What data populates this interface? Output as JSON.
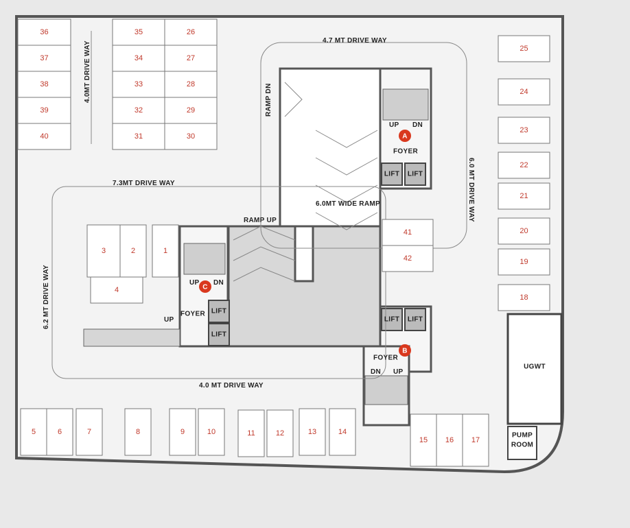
{
  "parking_slots": [
    {
      "id": "36"
    },
    {
      "id": "37"
    },
    {
      "id": "38"
    },
    {
      "id": "39"
    },
    {
      "id": "40"
    },
    {
      "id": "35"
    },
    {
      "id": "34"
    },
    {
      "id": "33"
    },
    {
      "id": "32"
    },
    {
      "id": "31"
    },
    {
      "id": "26"
    },
    {
      "id": "27"
    },
    {
      "id": "28"
    },
    {
      "id": "29"
    },
    {
      "id": "30"
    },
    {
      "id": "25"
    },
    {
      "id": "24"
    },
    {
      "id": "23"
    },
    {
      "id": "22"
    },
    {
      "id": "21"
    },
    {
      "id": "20"
    },
    {
      "id": "19"
    },
    {
      "id": "18"
    },
    {
      "id": "41"
    },
    {
      "id": "42"
    },
    {
      "id": "3"
    },
    {
      "id": "2"
    },
    {
      "id": "1"
    },
    {
      "id": "4"
    },
    {
      "id": "5"
    },
    {
      "id": "6"
    },
    {
      "id": "7"
    },
    {
      "id": "8"
    },
    {
      "id": "9"
    },
    {
      "id": "10"
    },
    {
      "id": "11"
    },
    {
      "id": "12"
    },
    {
      "id": "13"
    },
    {
      "id": "14"
    },
    {
      "id": "15"
    },
    {
      "id": "16"
    },
    {
      "id": "17"
    }
  ],
  "labels": {
    "drive_top": "4.7 MT DRIVE WAY",
    "drive_left_top": "4.0MT DRIVE WAY",
    "drive_mid": "7.3MT DRIVE WAY",
    "drive_right": "6.0 MT DRIVE WAY",
    "drive_left": "6.2 MT DRIVE WAY",
    "drive_bottom": "4.0 MT DRIVE WAY",
    "ramp_dn": "RAMP DN",
    "ramp_up": "RAMP UP",
    "wide_ramp": "6.0MT WIDE RAMP",
    "foyer": "FOYER",
    "lift": "LIFT",
    "up": "UP",
    "dn": "DN",
    "core_a": "A",
    "core_b": "B",
    "core_c": "C",
    "ugwt": "UGWT",
    "pump_room_1": "PUMP",
    "pump_room_2": "ROOM"
  },
  "colors": {
    "background": "#e9e9e9",
    "floor": "#f3f3f3",
    "wall": "#555555",
    "slot_number": "#c0392b",
    "core_badge": "#d9381e"
  }
}
